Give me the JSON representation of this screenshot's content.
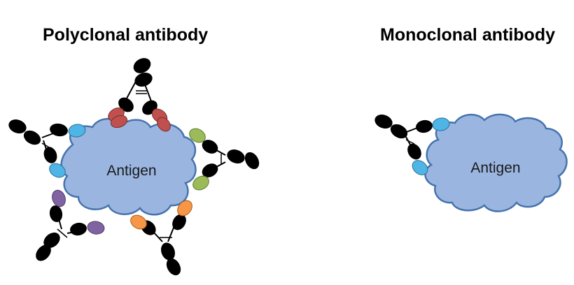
{
  "panels": [
    {
      "title": "Polyclonal antibody",
      "antigen_label": "Antigen"
    },
    {
      "title": "Monoclonal antibody",
      "antigen_label": "Antigen"
    }
  ],
  "colors": {
    "antigen_fill": "#9ab6e0",
    "antigen_stroke": "#4673ad",
    "heavy_chain": "#000000",
    "epitope_blue": "#4fb4e6",
    "epitope_red": "#c0504d",
    "epitope_green": "#9bbb59",
    "epitope_orange": "#f79646",
    "epitope_purple": "#8064a2"
  }
}
